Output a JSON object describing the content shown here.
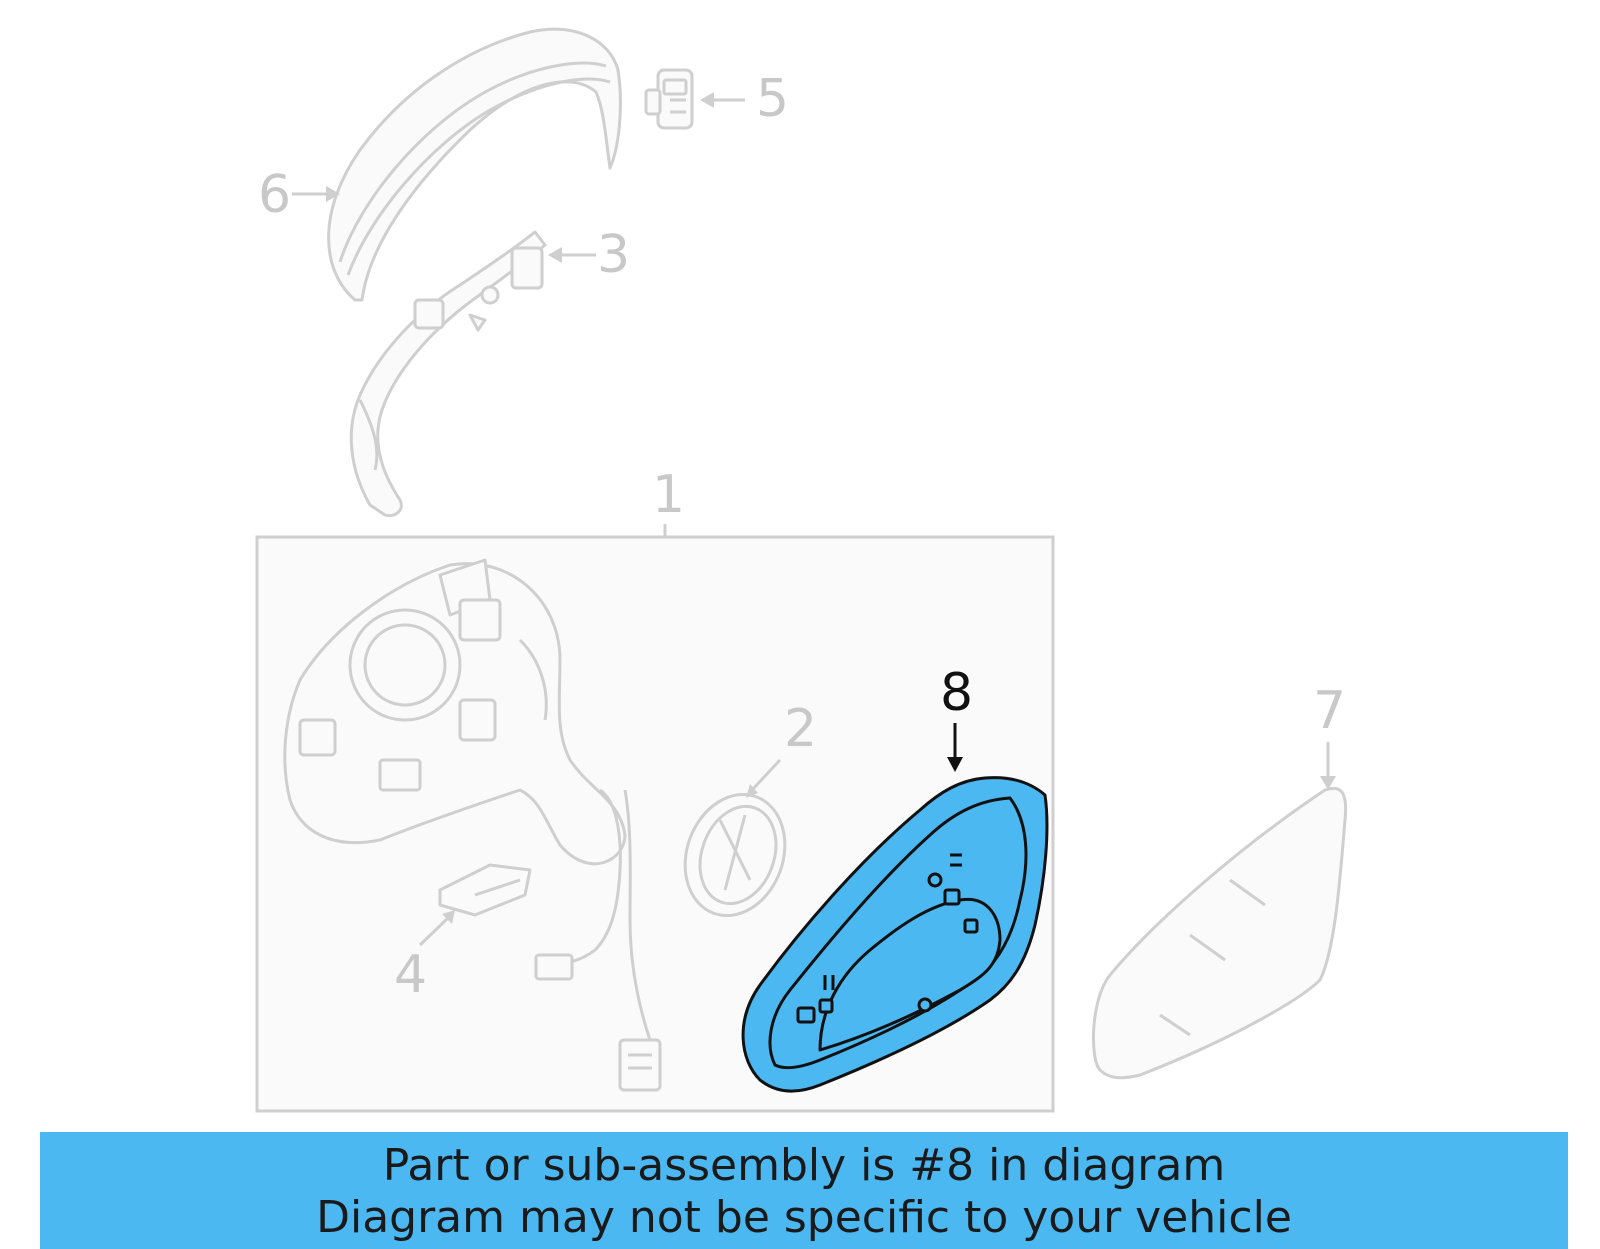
{
  "callouts": {
    "part_1": "1",
    "part_2": "2",
    "part_3": "3",
    "part_4": "4",
    "part_5": "5",
    "part_6": "6",
    "part_7": "7",
    "part_8": "8"
  },
  "highlighted_part": "8",
  "colors": {
    "highlight_fill": "#4cb8f2",
    "inactive_lines": "#cfcfcf",
    "banner_background": "#4cb8f2"
  },
  "banner": {
    "line1": "Part or sub-assembly is #8 in diagram",
    "line2": "Diagram may not be specific to your vehicle"
  }
}
